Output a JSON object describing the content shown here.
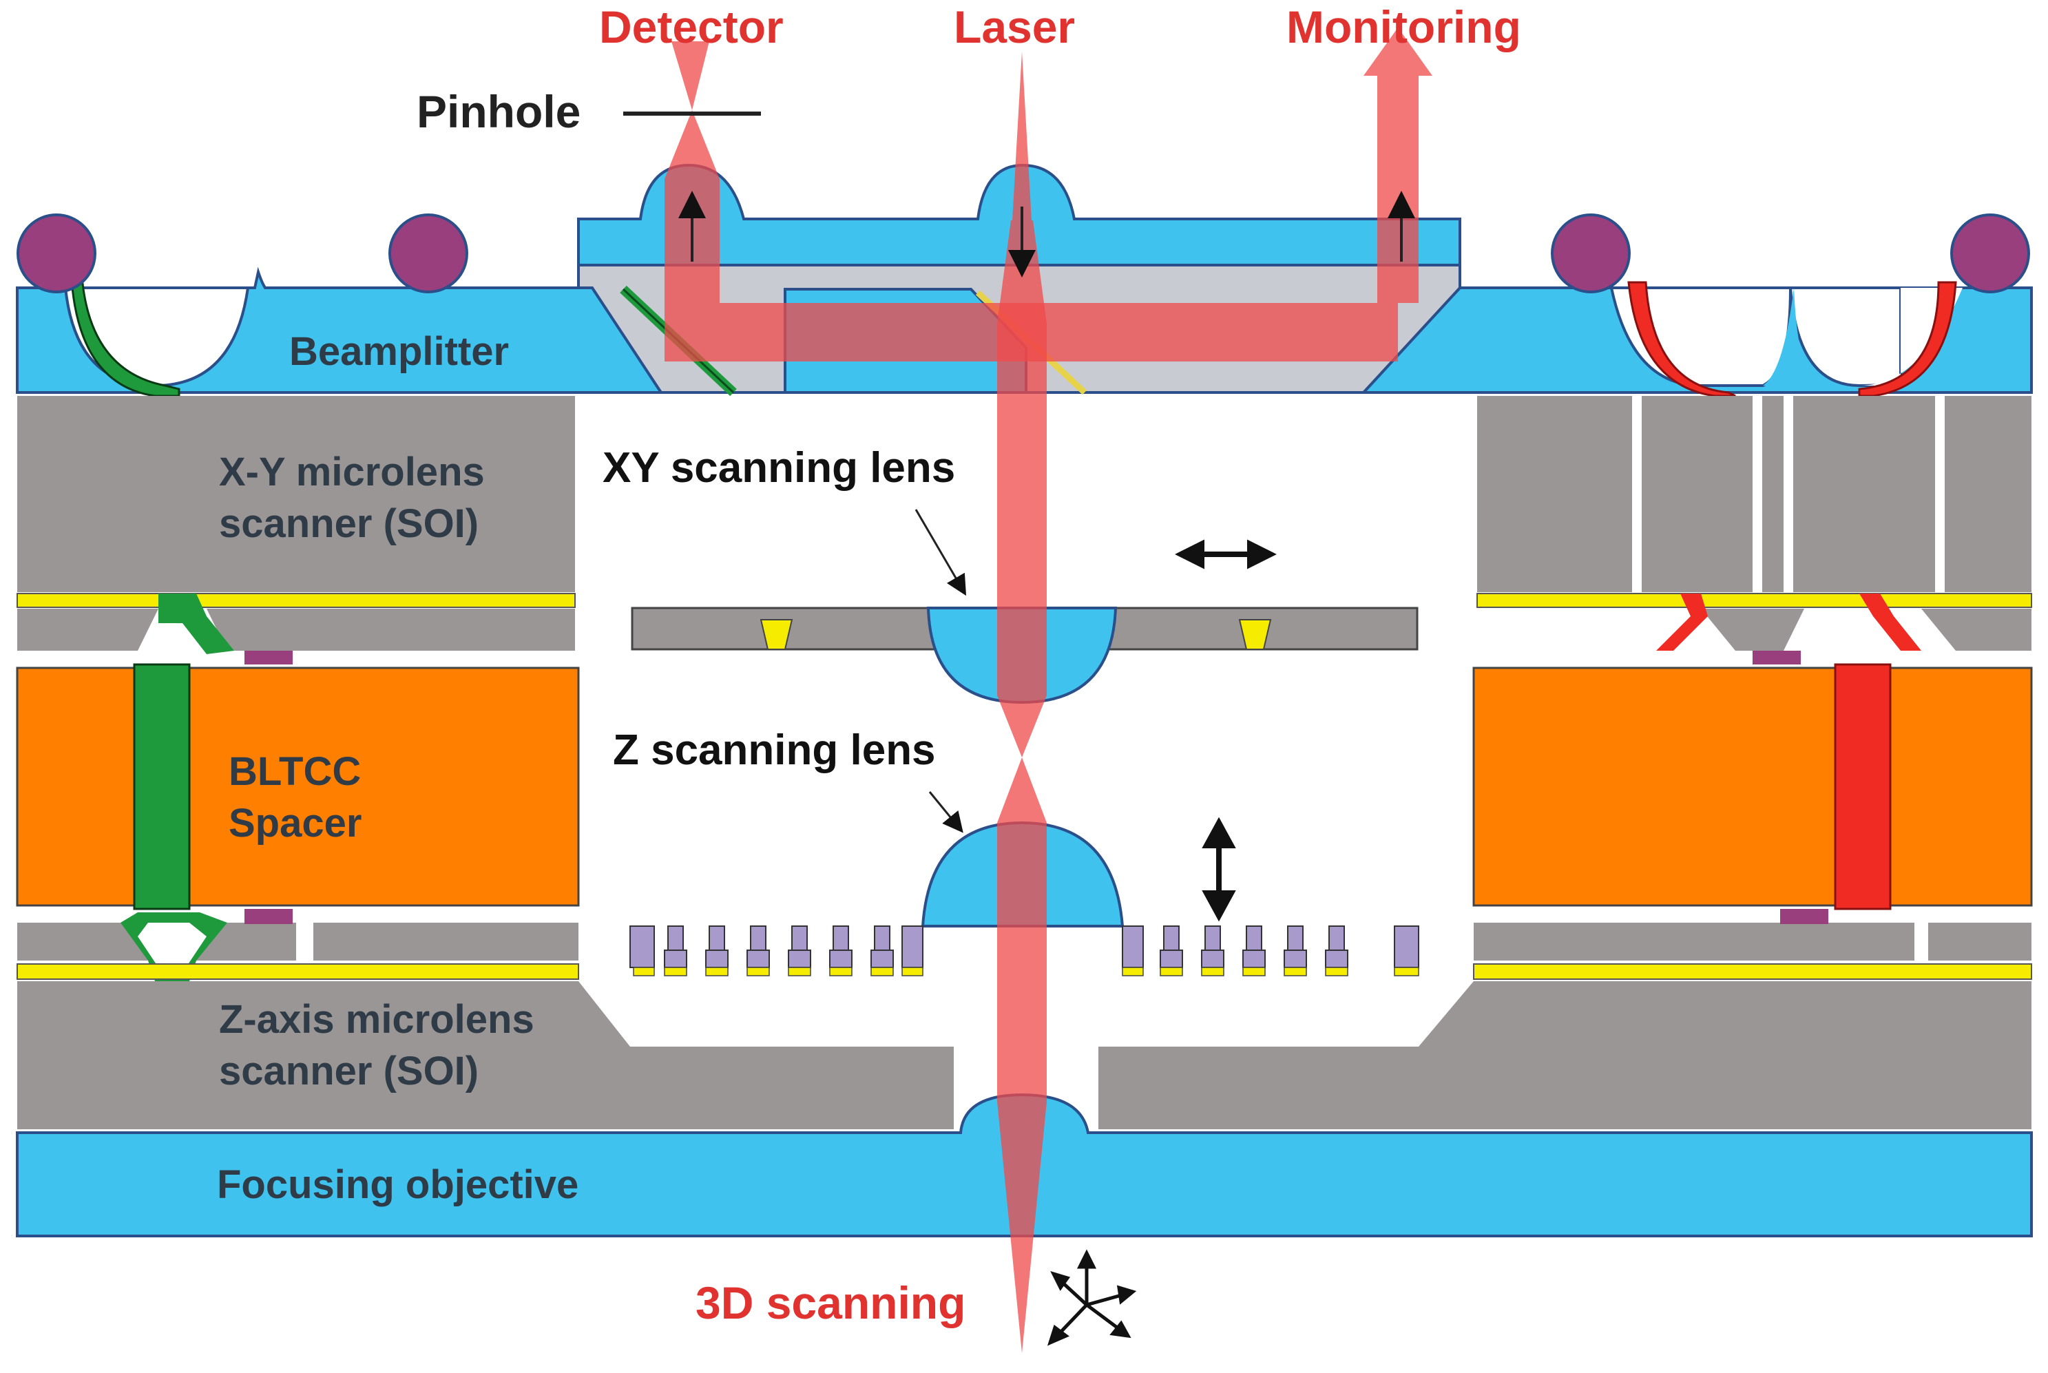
{
  "labels": {
    "detector": "Detector",
    "laser": "Laser",
    "monitoring": "Monitoring",
    "pinhole": "Pinhole",
    "beamsplitter": "Beamplitter",
    "xy_scanner_line1": "X-Y microlens",
    "xy_scanner_line2": "scanner (SOI)",
    "xy_scanning_lens": "XY scanning lens",
    "bltcc_line1": "BLTCC",
    "bltcc_line2": "Spacer",
    "z_scanning_lens": "Z scanning lens",
    "z_scanner_line1": "Z-axis microlens",
    "z_scanner_line2": "scanner (SOI)",
    "focusing_objective": "Focusing objective",
    "three_d_scanning": "3D scanning"
  },
  "icons": {
    "xy_motion": "double-arrow-horizontal-icon",
    "z_motion": "double-arrow-vertical-icon",
    "three_d_motion": "multi-direction-arrow-icon"
  },
  "colors": {
    "beam_red": "#f04a4a",
    "label_red": "#e0332f",
    "glass_blue": "#3fc3ee",
    "silicon_gray": "#9a9696",
    "spacer_orange": "#ff7f00",
    "electrode_yellow": "#f5ec00",
    "via_green": "#1e9a3c",
    "via_red": "#ef2b24",
    "solder_purple": "#9a3f7d"
  }
}
